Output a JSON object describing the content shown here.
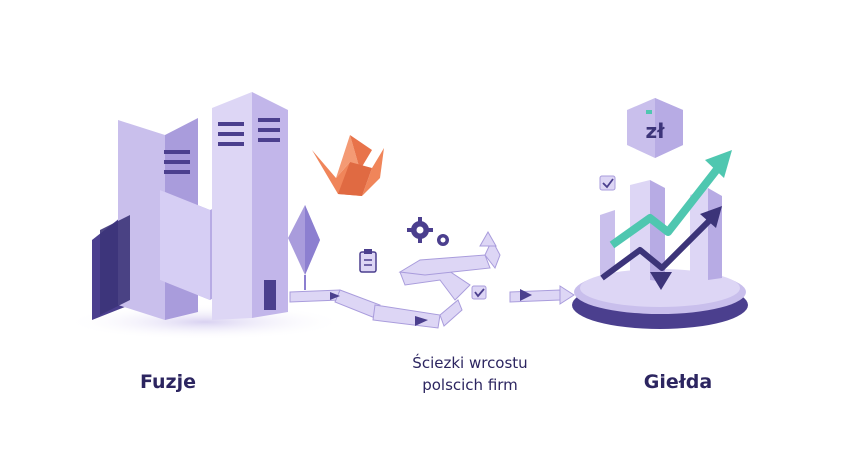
{
  "labels": {
    "left": "Fuzje",
    "center_line1": "Ściezki wrcostu",
    "center_line2": "polscich firm",
    "right": "Giełda"
  },
  "badge": {
    "text": "zł"
  },
  "colors": {
    "lavender": "#c9bfec",
    "lavender_light": "#ddd6f5",
    "purple_dark": "#4b3f8e",
    "navy": "#3c3479",
    "teal": "#4fc7b0",
    "orange": "#f0855a",
    "text": "#2c2560"
  },
  "icons": {
    "crane": "origami-crane-icon",
    "gears": "gears-icon",
    "clipboard": "clipboard-icon",
    "checkbox": "checkbox-icon",
    "badge": "currency-badge-icon"
  }
}
